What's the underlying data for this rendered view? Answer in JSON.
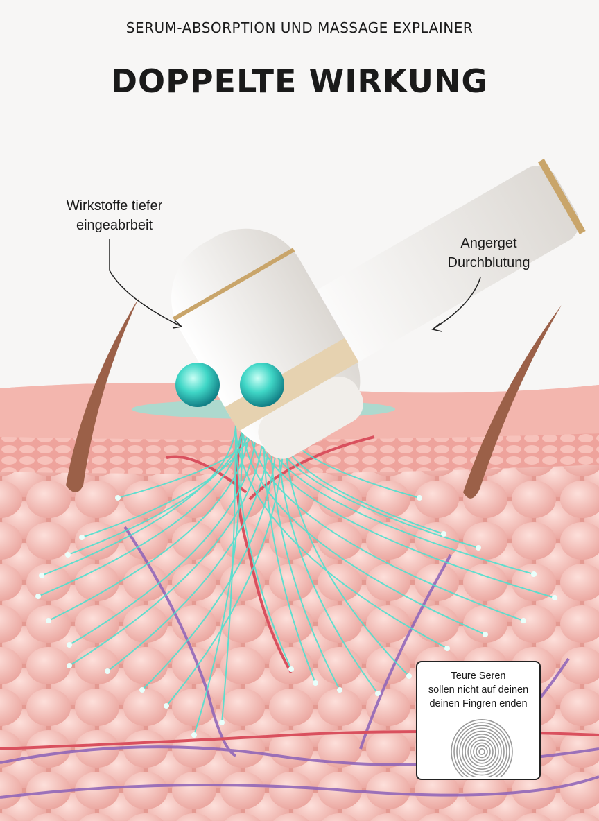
{
  "header": {
    "subtitle": "SERUM-ABSORPTION UND MASSAGE EXPLAINER",
    "title": "DOPPELTE WIRKUNG"
  },
  "callouts": {
    "left": {
      "line1": "Wirkstoffe tiefer",
      "line2": "eingeabrbeit"
    },
    "right": {
      "line1": "Angerget",
      "line2": "Durchblutung"
    }
  },
  "card": {
    "line1": "Teure Seren",
    "line2": "sollen nicht auf deinen",
    "line3": "deinen Fingren enden",
    "icon": "fingerprint-icon"
  },
  "colors": {
    "skin": "#f2b3ac",
    "serum": "#4fe0cf",
    "artery": "#d9505e",
    "vein": "#8c62b8",
    "device": "#f3f1ee",
    "gold": "#c9a56a"
  }
}
